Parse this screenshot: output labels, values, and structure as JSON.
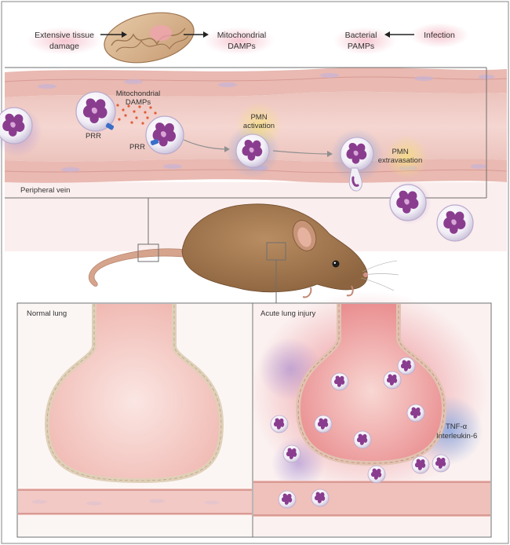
{
  "labels": {
    "tissue_damage_line1": "Extensive tissue",
    "tissue_damage_line2": "damage",
    "mito_damps_top_line1": "Mitochondrial",
    "mito_damps_top_line2": "DAMPs",
    "bacterial_pamps_line1": "Bacterial",
    "bacterial_pamps_line2": "PAMPs",
    "infection": "Infection",
    "mito_damps_vein_line1": "Mitochondrial",
    "mito_damps_vein_line2": "DAMPs",
    "prr_1": "PRR",
    "prr_2": "PRR",
    "pmn_activation_line1": "PMN",
    "pmn_activation_line2": "activation",
    "pmn_extravasation_line1": "PMN",
    "pmn_extravasation_line2": "extravasation",
    "peripheral_vein": "Peripheral vein",
    "normal_lung": "Normal lung",
    "acute_lung_injury": "Acute lung injury",
    "tnf_alpha": "TNF-α",
    "interleukin_6": "Interleukin-6"
  },
  "colors": {
    "vessel_pink": "#f2c9c4",
    "vessel_wall": "#e8aaa3",
    "neutrophil_nucleus": "#8a3d8f",
    "mouse_fur": "#a57a52",
    "alveolus_fill": "#f6d0cc",
    "inflamed_red": "#e0606a",
    "cytokine_blue": "#8aa8d8"
  },
  "icons": {
    "mitochondrion": "mitochondrion-icon",
    "neutrophil": "neutrophil-icon",
    "mouse": "mouse-icon"
  }
}
